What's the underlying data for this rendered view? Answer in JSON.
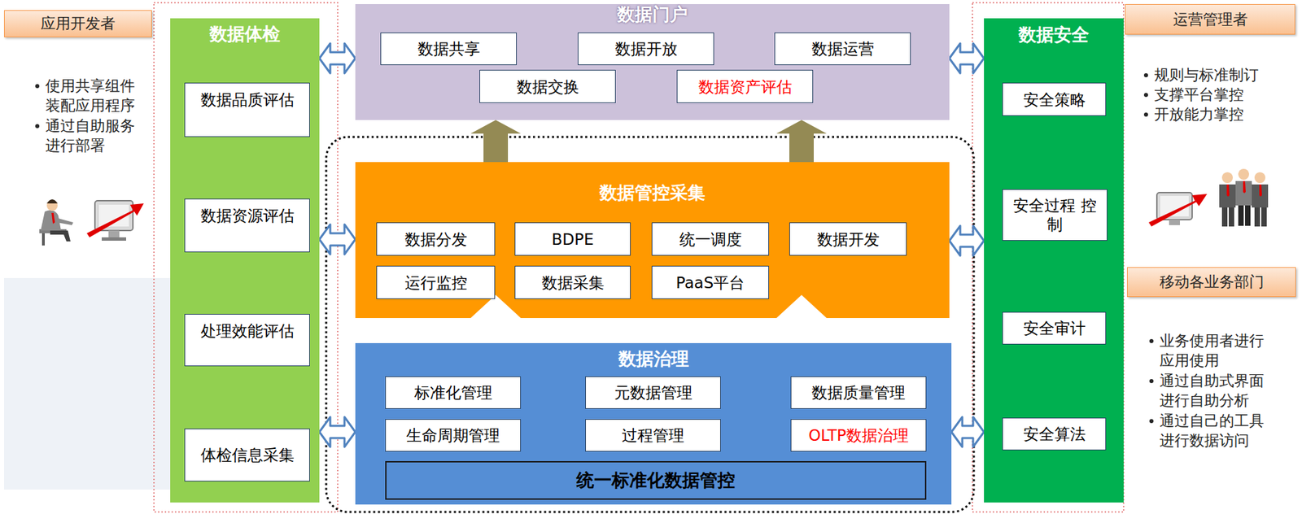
{
  "diagram": {
    "nodes": [
      {
        "text": [
          "应用开发者"
        ]
      },
      {
        "text": [
          "数据体检"
        ]
      },
      {
        "text": [
          "数据品质评估"
        ],
        "in": 1
      },
      {
        "text": [
          "数据资源评估"
        ],
        "in": 1
      },
      {
        "text": [
          "处理效能评估"
        ],
        "in": 1
      },
      {
        "text": [
          "体检信息采集"
        ],
        "in": 1
      },
      {
        "text": [
          "数据门户"
        ]
      },
      {
        "text": [
          "数据共享"
        ],
        "in": 6
      },
      {
        "text": [
          "数据开放"
        ],
        "in": 6
      },
      {
        "text": [
          "数据运营"
        ],
        "in": 6
      },
      {
        "text": [
          "数据交换"
        ],
        "in": 6
      },
      {
        "text": [
          "数据资产评估"
        ],
        "in": 6
      },
      {
        "text": [
          "数据管控采集"
        ]
      },
      {
        "text": [
          "数据分发"
        ],
        "in": 12
      },
      {
        "text": [
          "BDPE"
        ],
        "in": 12
      },
      {
        "text": [
          "统一调度"
        ],
        "in": 12
      },
      {
        "text": [
          "数据开发"
        ],
        "in": 12
      },
      {
        "text": [
          "运行监控"
        ],
        "in": 12
      },
      {
        "text": [
          "数据采集"
        ],
        "in": 12
      },
      {
        "text": [
          "PaaS平台"
        ],
        "in": 12
      },
      {
        "text": [
          "数据治理"
        ]
      },
      {
        "text": [
          "标准化管理"
        ],
        "in": 20
      },
      {
        "text": [
          "元数据管理"
        ],
        "in": 20
      },
      {
        "text": [
          "数据质量管理"
        ],
        "in": 20
      },
      {
        "text": [
          "生命周期管理"
        ],
        "in": 20
      },
      {
        "text": [
          "过程管理"
        ],
        "in": 20
      },
      {
        "text": [
          "OLTP数据治理"
        ],
        "in": 20
      },
      {
        "text": [
          "统一标准化数据管控"
        ],
        "in": 20
      },
      {
        "text": [
          "数据安全"
        ]
      },
      {
        "text": [
          "安全策略"
        ],
        "in": 28
      },
      {
        "text": [
          "安全过程 控制"
        ],
        "in": 28
      },
      {
        "text": [
          "安全审计"
        ],
        "in": 28
      },
      {
        "text": [
          "安全算法"
        ],
        "in": 28
      },
      {
        "text": [
          "运营管理者"
        ]
      },
      {
        "text": [
          "移动各业务部门"
        ]
      }
    ],
    "edges": [
      {
        "from": 1,
        "to": 6,
        "arrow": "both"
      },
      {
        "from": 1,
        "to": 12,
        "arrow": "both"
      },
      {
        "from": 1,
        "to": 20,
        "arrow": "both"
      },
      {
        "from": 6,
        "to": 28,
        "arrow": "both"
      },
      {
        "from": 12,
        "to": 28,
        "arrow": "both"
      },
      {
        "from": 20,
        "to": 28,
        "arrow": "both"
      },
      {
        "from": 12,
        "to": 6,
        "arrow": "to"
      },
      {
        "from": 12,
        "to": 6,
        "arrow": "to"
      },
      {
        "from": 20,
        "to": 12,
        "arrow": "to"
      },
      {
        "from": 20,
        "to": 12,
        "arrow": "to"
      }
    ],
    "labels": [
      "使用共享组件 装配应用程序",
      "通过自助服务 进行部署",
      "规则与标准制订",
      "支撑平台掌控",
      "开放能力掌控",
      "业务使用者进行 应用使用",
      "通过自助式界面 进行自助分析",
      "通过自己的工具 进行数据访问"
    ]
  }
}
